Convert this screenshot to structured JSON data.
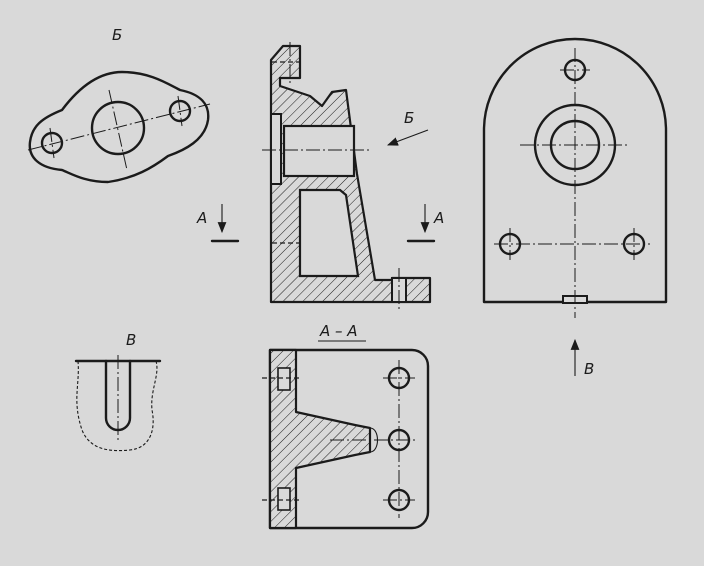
{
  "labels": {
    "view_b_letter": "Б",
    "arrow_b_letter": "Б",
    "section_a_left": "А",
    "section_a_right": "А",
    "section_title": "А – А",
    "view_v_letter": "В",
    "arrow_v_letter": "В"
  },
  "colors": {
    "paper": "#d9d9d9",
    "ink": "#1b1b1b"
  }
}
